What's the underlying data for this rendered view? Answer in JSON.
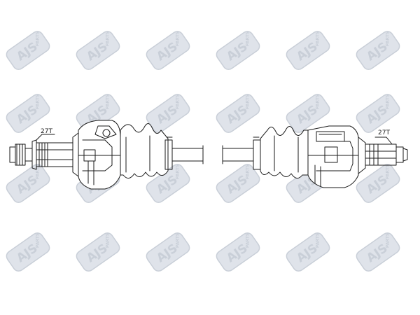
{
  "watermark": {
    "brand": "AJS",
    "sub": "PARTS",
    "icon": "ajs-parts-logo-icon",
    "color": "#c9cfd8",
    "accent": "#dfe3ea"
  },
  "diagram": {
    "line_color": "#1a1a1a",
    "fill_color": "#ffffff",
    "left_spline_label": "27T",
    "right_spline_label": "27T"
  }
}
